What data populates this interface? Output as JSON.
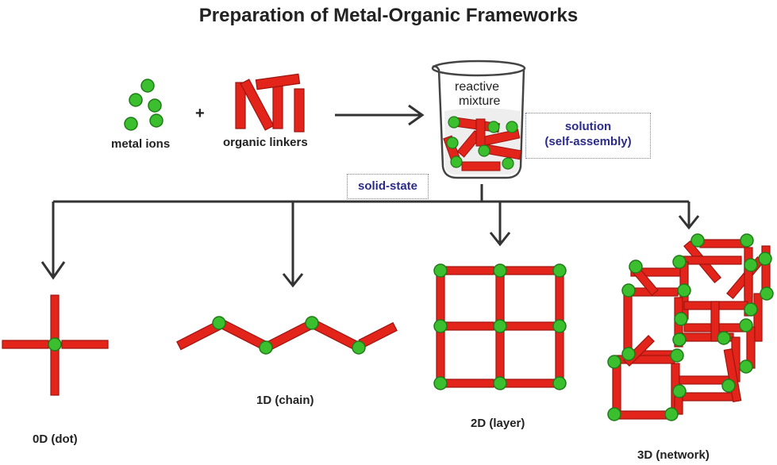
{
  "title": "Preparation of Metal-Organic Frameworks",
  "reactants": {
    "metal_ions_label": "metal ions",
    "plus": "+",
    "linkers_label": "organic linkers"
  },
  "beaker": {
    "line1": "reactive",
    "line2": "mixture"
  },
  "solution_box": {
    "line1": "solution",
    "line2": "(self-assembly)"
  },
  "solid_state_box": "solid-state",
  "products": {
    "d0": "0D (dot)",
    "d1": "1D (chain)",
    "d2": "2D (layer)",
    "d3": "3D (network)"
  },
  "colors": {
    "metal_node": "#3cbf2e",
    "linker": "#e3241b",
    "arrow": "#333333",
    "box_text": "#2b2b8a"
  }
}
